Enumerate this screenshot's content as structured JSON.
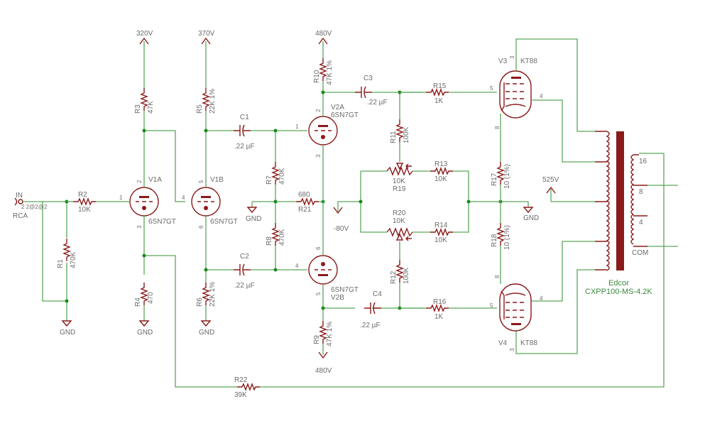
{
  "title": "KT88 Push-Pull Tube Amplifier Schematic",
  "input": {
    "ref": "IN",
    "type": "RCA",
    "pins": "2  2@2@2"
  },
  "rails": {
    "v320": "320V",
    "v370": "370V",
    "v480_top": "480V",
    "v480_bottom": "480V",
    "vneg80": "-80V",
    "v525": "525V",
    "gnd": "GND"
  },
  "resistors": {
    "R1": {
      "ref": "R1",
      "value": "470K"
    },
    "R2": {
      "ref": "R2",
      "value": "10K"
    },
    "R3": {
      "ref": "R3",
      "value": "47K"
    },
    "R4": {
      "ref": "R4",
      "value": "470"
    },
    "R5": {
      "ref": "R5",
      "value": "22K 1%"
    },
    "R6": {
      "ref": "R6",
      "value": "22K 1%"
    },
    "R7": {
      "ref": "R7",
      "value": "470K"
    },
    "R8": {
      "ref": "R8",
      "value": "470K"
    },
    "R9": {
      "ref": "R9",
      "value": "47K 1%"
    },
    "R10": {
      "ref": "R10",
      "value": "47K 1%"
    },
    "R11": {
      "ref": "R11",
      "value": "100K"
    },
    "R12": {
      "ref": "R12",
      "value": "100K"
    },
    "R13": {
      "ref": "R13",
      "value": "10K"
    },
    "R14": {
      "ref": "R14",
      "value": "10K"
    },
    "R15": {
      "ref": "R15",
      "value": "1K"
    },
    "R16": {
      "ref": "R16",
      "value": "1K"
    },
    "R17": {
      "ref": "R17",
      "value": "10 (1%)"
    },
    "R18": {
      "ref": "R18",
      "value": "10 (1%)"
    },
    "R19": {
      "ref": "R19",
      "value": "10K"
    },
    "R20": {
      "ref": "R20",
      "value": "10K"
    },
    "R21": {
      "ref": "R21",
      "value": "680"
    },
    "R22": {
      "ref": "R22",
      "value": "39K"
    }
  },
  "capacitors": {
    "C1": {
      "ref": "C1",
      "value": ".22 µF"
    },
    "C2": {
      "ref": "C2",
      "value": ".22 µF"
    },
    "C3": {
      "ref": "C3",
      "value": ".22 µF"
    },
    "C4": {
      "ref": "C4",
      "value": ".22 µF"
    }
  },
  "tubes": {
    "V1A": {
      "ref": "V1A",
      "type": "6SN7GT",
      "pins": [
        "2",
        "1",
        "3"
      ]
    },
    "V1B": {
      "ref": "V1B",
      "type": "6SN7GT",
      "pins": [
        "5",
        "4",
        "6"
      ]
    },
    "V2A": {
      "ref": "V2A",
      "type": "6SN7GT",
      "pins": [
        "2",
        "1",
        "3"
      ]
    },
    "V2B": {
      "ref": "V2B",
      "type": "6SN7GT",
      "pins": [
        "6",
        "4",
        "5"
      ]
    },
    "V3": {
      "ref": "V3",
      "type": "KT88",
      "pins": [
        "3",
        "5",
        "4",
        "8"
      ]
    },
    "V4": {
      "ref": "V4",
      "type": "KT88",
      "pins": [
        "8",
        "4",
        "5",
        "3"
      ]
    }
  },
  "transformer": {
    "maker": "Edcor",
    "model": "CXPP100-MS-4.2K",
    "taps": [
      "16",
      "8",
      "4",
      "COM"
    ]
  }
}
